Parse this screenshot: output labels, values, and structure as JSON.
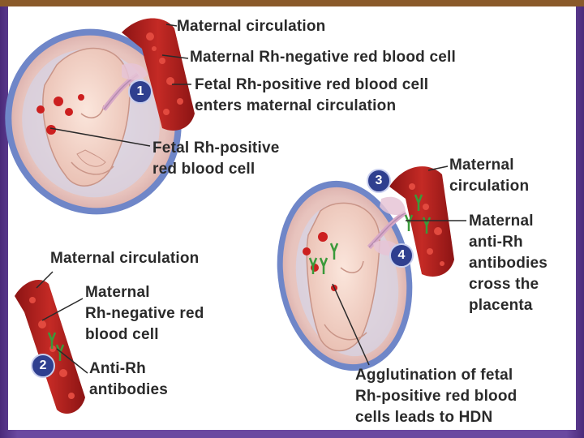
{
  "labels": {
    "l1": "Maternal circulation",
    "l2": "Maternal Rh-negative red blood cell",
    "l3a": "Fetal Rh-positive red blood cell",
    "l3b": "enters maternal circulation",
    "l4a": "Fetal Rh-positive",
    "l4b": "red blood cell",
    "l5a": "Maternal",
    "l5b": "circulation",
    "l6a": "Maternal",
    "l6b": "anti-Rh",
    "l6c": "antibodies",
    "l6d": "cross the",
    "l6e": "placenta",
    "l7": "Maternal circulation",
    "l8a": "Maternal",
    "l8b": "Rh-negative red",
    "l8c": "blood cell",
    "l9a": "Anti-Rh",
    "l9b": "antibodies",
    "l10a": "Agglutination of fetal",
    "l10b": "Rh-positive red blood",
    "l10c": "cells leads to HDN"
  },
  "steps": {
    "s1": "1",
    "s2": "2",
    "s3": "3",
    "s4": "4"
  },
  "colors": {
    "vessel": "#b3201f",
    "cell": "#d8302a",
    "antibody": "#3a9a3a",
    "step_badge": "#2f3f8f",
    "slide_bg": "#6a49a0"
  }
}
